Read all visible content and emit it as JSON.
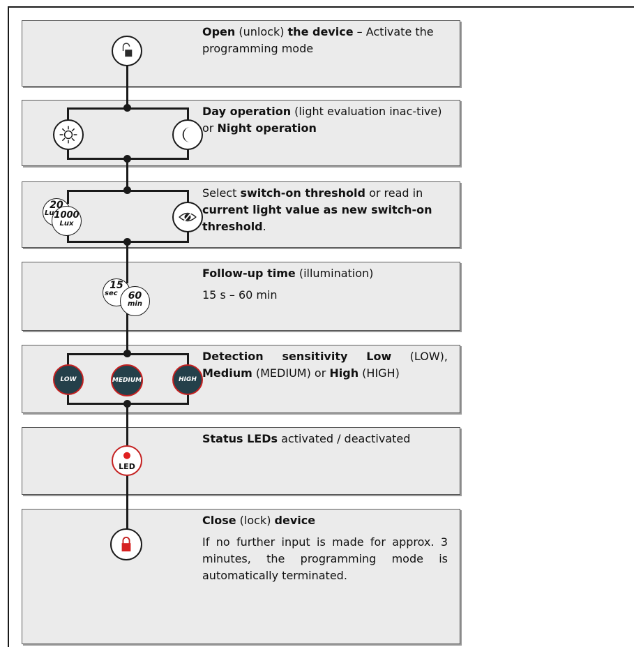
{
  "steps": [
    {
      "id": "open",
      "icons": [
        "unlock-icon"
      ],
      "text": [
        {
          "t": "Open",
          "b": true
        },
        {
          "t": " (unlock) "
        },
        {
          "t": "the device",
          "b": true
        },
        {
          "t": " – Activate the programming mode"
        }
      ]
    },
    {
      "id": "day-night",
      "icons": [
        "sun-icon",
        "moon-icon"
      ],
      "text": [
        {
          "t": "Day operation",
          "b": true
        },
        {
          "t": " (light evaluation inac-tive) or "
        },
        {
          "t": "Night operation",
          "b": true
        }
      ]
    },
    {
      "id": "threshold",
      "icons": [
        "lux-threshold-icon",
        "eye-icon"
      ],
      "lux_low": {
        "value": "20",
        "unit": "Lux"
      },
      "lux_high": {
        "value": "1000",
        "unit": "Lux"
      },
      "text": [
        {
          "t": "Select "
        },
        {
          "t": "switch-on threshold",
          "b": true
        },
        {
          "t": " or read in "
        },
        {
          "t": "current light value as new switch-on threshold",
          "b": true
        },
        {
          "t": "."
        }
      ]
    },
    {
      "id": "follow-up",
      "icons": [
        "timer-icon"
      ],
      "time_low": {
        "value": "15",
        "unit": "sec"
      },
      "time_high": {
        "value": "60",
        "unit": "min"
      },
      "text": [
        {
          "t": "Follow-up time",
          "b": true
        },
        {
          "t": " (illumination)"
        }
      ],
      "sub": "15 s – 60 min"
    },
    {
      "id": "sensitivity",
      "levels": [
        "LOW",
        "MEDIUM",
        "HIGH"
      ],
      "text": [
        {
          "t": "Detection sensitivity Low",
          "b": true
        },
        {
          "t": " (LOW), "
        },
        {
          "t": "Medium",
          "b": true
        },
        {
          "t": " (MEDIUM) or "
        },
        {
          "t": "High",
          "b": true
        },
        {
          "t": " (HIGH)"
        }
      ]
    },
    {
      "id": "led",
      "icons": [
        "led-icon"
      ],
      "led_label": "LED",
      "text": [
        {
          "t": "Status LEDs",
          "b": true
        },
        {
          "t": " activated / deactivated"
        }
      ]
    },
    {
      "id": "close",
      "icons": [
        "lock-icon"
      ],
      "text": [
        {
          "t": "Close",
          "b": true
        },
        {
          "t": " (lock) "
        },
        {
          "t": "device",
          "b": true
        }
      ],
      "sub": "If no further input is made for approx. 3 minutes, the programming mode is automatically terminated."
    }
  ],
  "colors": {
    "panel": "#ebebeb",
    "line": "#1a1a1a",
    "accent_red": "#c42020",
    "sensitivity_fill": "#24404a"
  }
}
